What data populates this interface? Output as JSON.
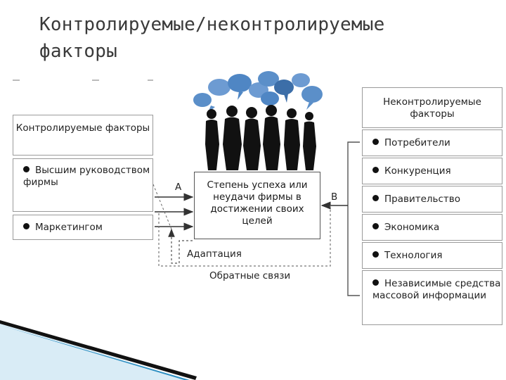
{
  "title": {
    "line1": "Контролируемые/неконтролируемые",
    "line2": "факторы"
  },
  "controllable": {
    "header": "Контролируемые факторы",
    "items": [
      {
        "label": "Высшим руководством фирмы"
      },
      {
        "label": "Маркетингом"
      }
    ]
  },
  "center": {
    "label": "Степень успеха или неудачи фирмы в достижении своих целей"
  },
  "uncontrollable": {
    "header": "Неконтролируемые факторы",
    "items": [
      {
        "label": "Потребители"
      },
      {
        "label": "Конкуренция"
      },
      {
        "label": "Правительство"
      },
      {
        "label": "Экономика"
      },
      {
        "label": "Технология"
      },
      {
        "label": "Независимые средства массовой информации"
      }
    ]
  },
  "labels": {
    "a": "А",
    "b": "В",
    "adaptation": "Адаптация",
    "feedback": "Обратные связи"
  },
  "colors": {
    "bubble": "#5b8fc9",
    "bubble_dark": "#3c6ea8",
    "figure": "#111111",
    "accent_stripe": "#2e8fc2"
  }
}
